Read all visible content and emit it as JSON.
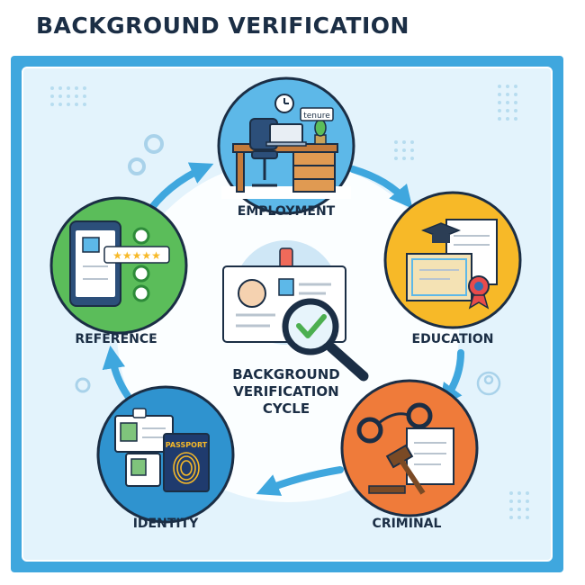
{
  "header": {
    "title": "BACKGROUND VERIFICATION"
  },
  "center": {
    "lines": [
      "BACKGROUND",
      "VERIFICATION",
      "CYCLE"
    ]
  },
  "stages": {
    "employment": {
      "label": "EMPLOYMENT",
      "tag": "tenure"
    },
    "education": {
      "label": "EDUCATION"
    },
    "criminal": {
      "label": "CRIMINAL"
    },
    "identity": {
      "label": "IDENTITY",
      "passport": "PASSPORT"
    },
    "reference": {
      "label": "REFERENCE"
    }
  },
  "colors": {
    "frame": "#3fa7de",
    "panel": "#e3f3fc",
    "arrow": "#3fa7de",
    "employment": "#5db8e8",
    "education": "#f7b928",
    "criminal": "#ef7b3a",
    "identity": "#2f93cf",
    "reference": "#5bbd5a",
    "check": "#4caf50",
    "ink": "#1b2e45"
  },
  "icons": [
    "clock-icon",
    "desk-icon",
    "chair-icon",
    "laptop-icon",
    "plant-icon",
    "graduation-cap-icon",
    "diploma-icon",
    "award-ribbon-icon",
    "handcuffs-icon",
    "gavel-icon",
    "id-card-icon",
    "passport-icon",
    "fingerprint-icon",
    "phone-icon",
    "star-rating-icon",
    "checkmark-icon",
    "magnifier-icon",
    "gear-icon",
    "badge-icon"
  ]
}
